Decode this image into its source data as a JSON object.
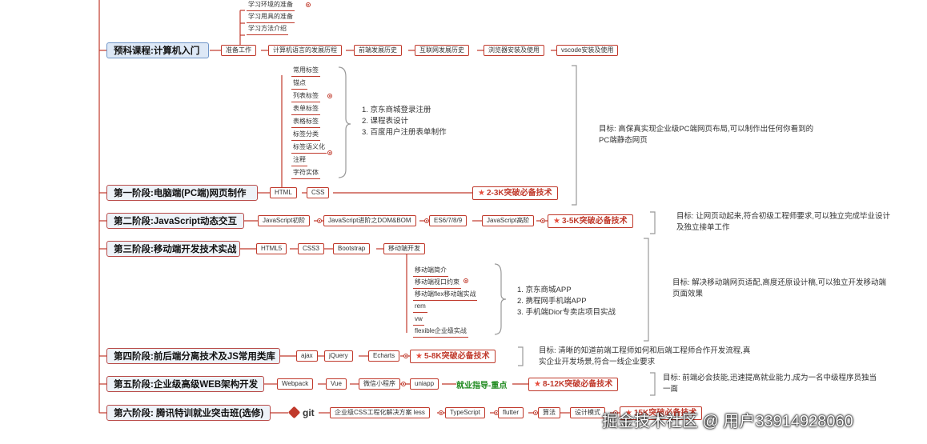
{
  "preface": {
    "stage": "预科课程:计算机入门",
    "prep": "准备工作",
    "prep_items": [
      "学习环境的准备",
      "学习用具的准备",
      "学习方法介绍"
    ],
    "topics": [
      "计算机语言的发展历程",
      "前端发展历史",
      "互联网发展历史",
      "浏览器安装及使用",
      "vscode安装及使用"
    ]
  },
  "stage1": {
    "stage": "第一阶段:电脑端(PC端)网页制作",
    "nodes": [
      "HTML",
      "CSS"
    ],
    "html_items": [
      "常用标签",
      "锚点",
      "列表标签",
      "表单标签",
      "表格标签",
      "标签分类",
      "标签语义化",
      "注释",
      "字符实体"
    ],
    "projects": [
      "1. 京东商城登录注册",
      "2. 课程表设计",
      "3. 百度用户注册表单制作"
    ],
    "badge": "2-3K突破必备技术",
    "goal": [
      "目标: 高保真实现企业级PC端网页布局,可以制作出任何你看到的",
      "PC端静态网页"
    ]
  },
  "stage2": {
    "stage": "第二阶段:JavaScript动态交互",
    "nodes": [
      "JavaScript初阶",
      "JavaScript进阶之DOM&BOM",
      "ES6/7/8/9",
      "JavaScript高阶"
    ],
    "badge": "3-5K突破必备技术",
    "goal": [
      "目标: 让网页动起来,符合初级工程师要求,可以独立完成毕业设计",
      "及独立接单工作"
    ]
  },
  "stage3": {
    "stage": "第三阶段:移动端开发技术实战",
    "nodes": [
      "HTML5",
      "CSS3",
      "Bootstrap",
      "移动端开发"
    ],
    "mobile_items": [
      "移动端简介",
      "移动端视口约束",
      "移动端flex移动端实战",
      "rem",
      "vw",
      "flexible企业级实战"
    ],
    "projects": [
      "1. 京东商城APP",
      "2. 携程网手机端APP",
      "3. 手机端Dior专卖店项目实战"
    ],
    "goal": [
      "目标: 解决移动端网页适配,高度还原设计稿,可以独立开发移动端",
      "页面效果"
    ]
  },
  "stage4": {
    "stage": "第四阶段:前后端分离技术及JS常用类库",
    "nodes": [
      "ajax",
      "jQuery",
      "Echarts"
    ],
    "badge": "5-8K突破必备技术",
    "goal": [
      "目标: 清晰的知道前端工程师如何和后端工程师合作开发流程,真",
      "实企业开发场景,符合一线企业要求"
    ]
  },
  "stage5": {
    "stage": "第五阶段:企业级高级WEB架构开发",
    "nodes": [
      "Webpack",
      "Vue",
      "微信小程序",
      "uniapp"
    ],
    "extra": "就业指导-重点",
    "badge": "8-12K突破必备技术",
    "goal": [
      "目标: 前端必会技能,迅速提高就业能力,成为一名中级程序员独当",
      "一面"
    ]
  },
  "stage6": {
    "stage": "第六阶段: 腾讯特训就业突击班(选修)",
    "git": "git",
    "nodes": [
      "企业级CSS工程化解决方案 less",
      "TypeScript",
      "flutter",
      "算法",
      "设计模式"
    ],
    "badge": "15K突破必备技术"
  },
  "watermark": "掘金技术社区 @ 用户33914928060",
  "colors": {
    "line": "#c0392b",
    "bracket": "#999999",
    "badge_text": "#c0392b",
    "green": "#1e8a1e"
  }
}
